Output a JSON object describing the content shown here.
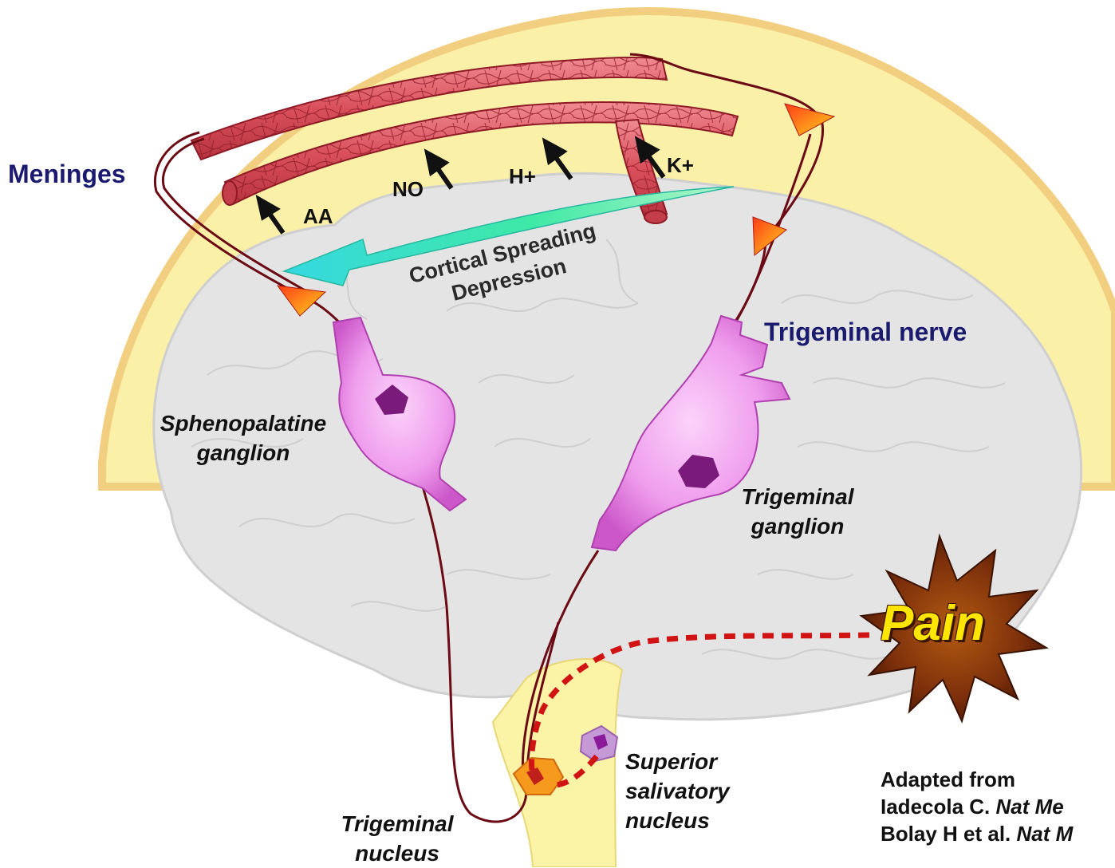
{
  "labels": {
    "meninges": "Meninges",
    "trigeminal_nerve": "Trigeminal nerve",
    "sphenopalatine_ganglion": [
      "Sphenopalatine",
      "ganglion"
    ],
    "trigeminal_ganglion": [
      "Trigeminal",
      "ganglion"
    ],
    "superior_salivatory_nucleus": [
      "Superior",
      "salivatory",
      "nucleus"
    ],
    "trigeminal_nucleus": [
      "Trigeminal",
      "nucleus"
    ],
    "pain": "Pain"
  },
  "mediators": {
    "aa": "AA",
    "no": "NO",
    "h_plus": "H+",
    "k_plus": "K+"
  },
  "csd": {
    "line1": "Cortical Spreading",
    "line2": "Depression"
  },
  "citation": {
    "line1": "Adapted from",
    "line2_author": "Iadecola C. ",
    "line2_journal": "Nat Me",
    "line3_author": "Bolay H et al. ",
    "line3_journal": "Nat M"
  },
  "colors": {
    "meninges_fill": "#fbf0a8",
    "meninges_border": "#f2cf80",
    "brain_fill": "#e4e4e4",
    "vessel": "#d4515e",
    "ganglion": "#e98ee6",
    "nerve": "#6b0a14",
    "csd_arrow": "#3fe9a6",
    "pain_burst": "#7a2e0a",
    "pathway_dashes": "#d01414"
  }
}
